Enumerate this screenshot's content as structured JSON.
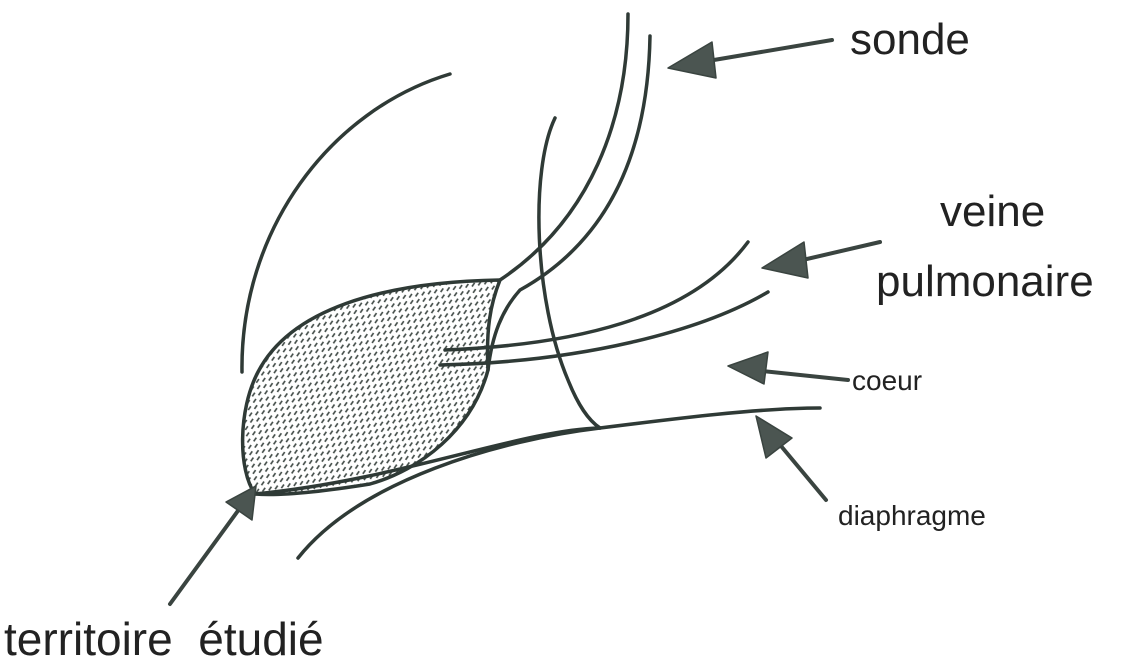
{
  "labels": {
    "sonde": "sonde",
    "veine_line1": "veine",
    "veine_line2": "pulmonaire",
    "coeur": "coeur",
    "diaphragme": "diaphragme",
    "territoire": "territoire  étudié"
  },
  "colors": {
    "ink": "#2f3a36",
    "arrow": "#4b5551",
    "hatch": "#3d4743",
    "background": "#ffffff"
  }
}
